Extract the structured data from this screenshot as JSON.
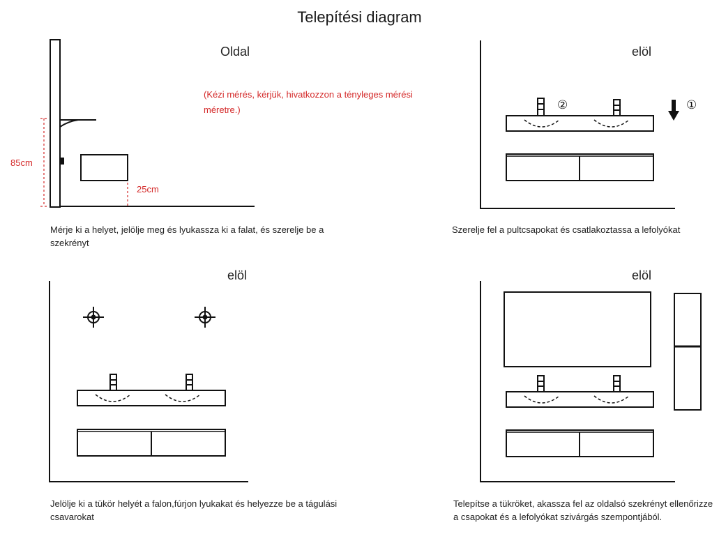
{
  "title": "Telepítési diagram",
  "panels": [
    {
      "heading": "Oldal",
      "note": "(Kézi mérés, kérjük, hivatkozzon a tényleges mérési méretre.)",
      "dim_height": "85cm",
      "dim_gap": "25cm",
      "caption": "Mérje ki a helyet, jelölje meg és lyukassza ki a falat, és szerelje be a szekrényt"
    },
    {
      "heading": "elöl",
      "step2_marker": "②",
      "step1_marker": "①",
      "caption": "Szerelje fel a pultcsapokat és csatlakoztassa a lefolyókat"
    },
    {
      "heading": "elöl",
      "caption": "Jelölje ki a tükör helyét a falon,fúrjon lyukakat és helyezze be a tágulási csavarokat"
    },
    {
      "heading": "elöl",
      "caption": "Telepítse a tükröket, akassza fel az oldalsó szekrényt ellenőrizze a csapokat és a lefolyókat szivárgás szempontjából."
    }
  ],
  "colors": {
    "line": "#111111",
    "accent": "#d42a2a"
  }
}
